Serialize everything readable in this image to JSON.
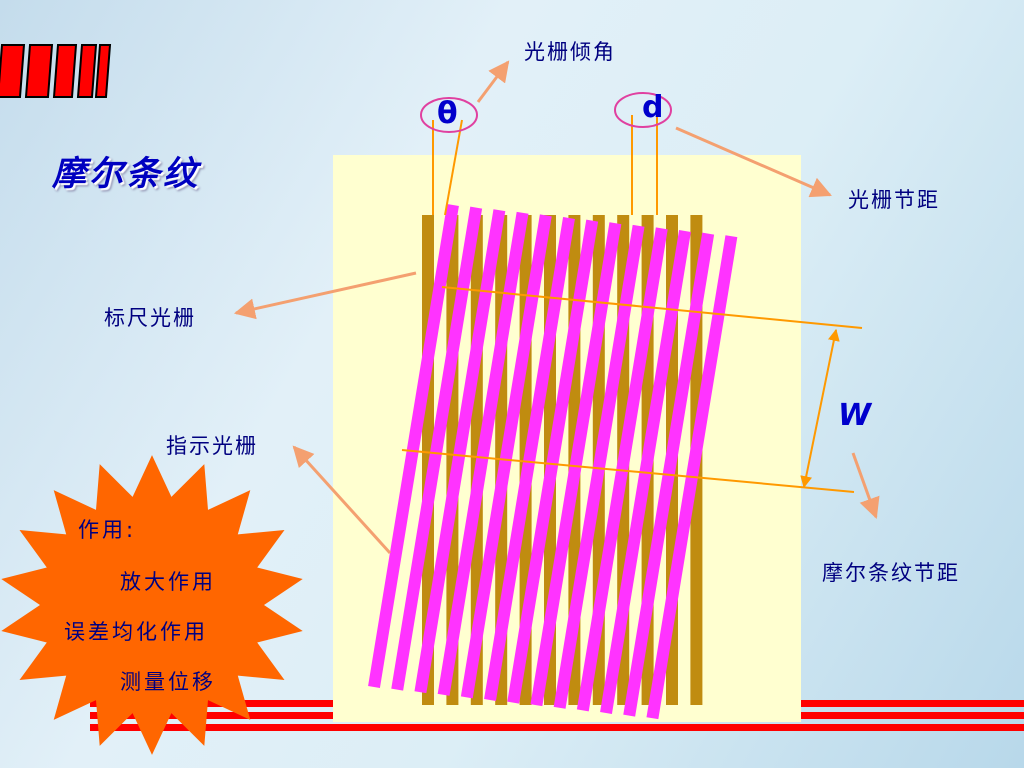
{
  "title": "摩尔条纹",
  "labels": {
    "grating_angle": "光栅倾角",
    "grating_pitch": "光栅节距",
    "scale_grating": "标尺光栅",
    "index_grating": "指示光栅",
    "moire_pitch": "摩尔条纹节距"
  },
  "symbols": {
    "theta": "θ",
    "d": "d",
    "w": "W"
  },
  "functions": {
    "heading": "作用:",
    "items": [
      "放大作用",
      "误差均化作用",
      "测量位移"
    ]
  },
  "colors": {
    "panel": "#ffffd0",
    "scale_bars": "#c08c10",
    "index_bars": "#ff33ff",
    "guide_lines": "#ff9900",
    "arrows": "#f4a070",
    "burst": "#ff6600",
    "ellipses": "#e040a0",
    "accent_red": "#ff0000"
  }
}
